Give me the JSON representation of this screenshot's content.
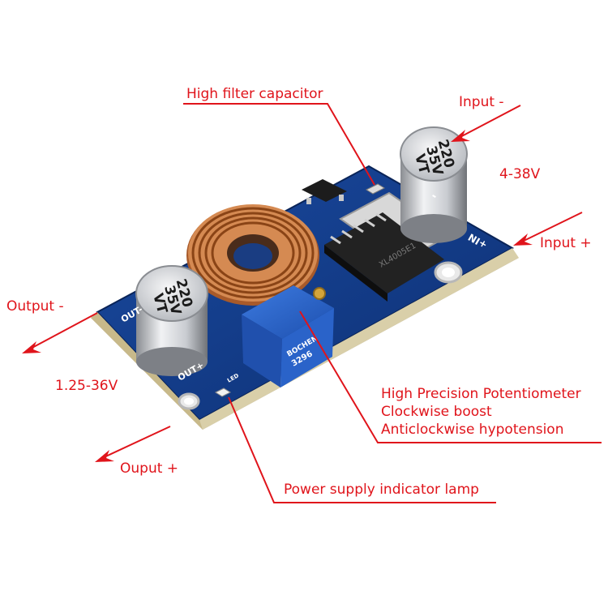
{
  "labels": {
    "high_filter_capacitor": "High filter capacitor",
    "input_minus": "Input -",
    "input_voltage": "4-38V",
    "input_plus": "Input +",
    "output_minus": "Output -",
    "output_voltage": "1.25-36V",
    "output_plus": "Ouput +",
    "potentiometer_title": "High Precision Potentiometer",
    "potentiometer_cw": "Clockwise boost",
    "potentiometer_ccw": "Anticlockwise hypotension",
    "indicator_lamp": "Power supply indicator lamp"
  },
  "board_markings": {
    "cap_value": "220",
    "cap_voltage": "35V",
    "cap_series": "VT",
    "in_plus": "+IN",
    "in_minus": "-",
    "out_plus": "OUT+",
    "out_minus": "OUT-",
    "pot_brand": "BOCHEN",
    "pot_code": "3296",
    "led_mark": "LED",
    "ic_mark": "XL4005E1"
  },
  "colors": {
    "annotation": "#e0141b",
    "pcb": "#123c8c",
    "copper": "#c9743c",
    "pot": "#2a63c9"
  }
}
